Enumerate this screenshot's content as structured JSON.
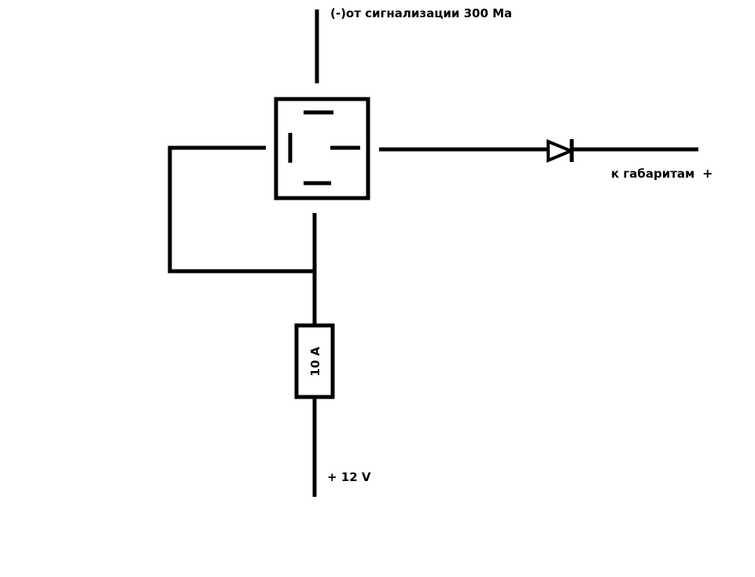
{
  "diagram": {
    "labels": {
      "signal_input": "(-)от сигнализации 300 Ма",
      "marker_lights": "к габаритам",
      "marker_lights_plus": "+",
      "fuse_rating": "10 А",
      "power_supply": "+ 12 V"
    },
    "components": [
      {
        "type": "relay",
        "pins": 4
      },
      {
        "type": "diode"
      },
      {
        "type": "fuse"
      }
    ],
    "colors": {
      "stroke": "#000000",
      "background": "#ffffff"
    }
  }
}
